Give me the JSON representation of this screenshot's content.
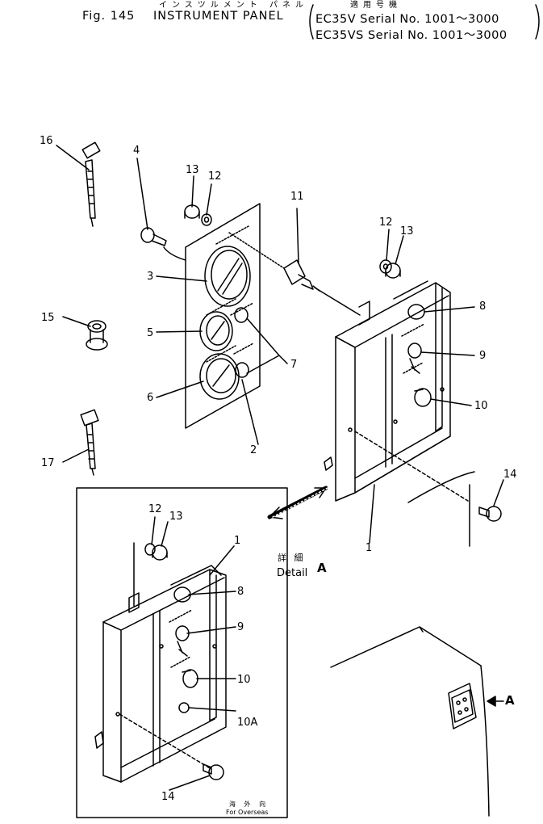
{
  "header": {
    "title_jp": "インスツルメント パネル",
    "applicable_jp": "適用号機",
    "fig_label": "Fig. 145",
    "title_en": "INSTRUMENT PANEL",
    "serial_line_1": "EC35V  Serial No. 1001～3000",
    "serial_line_2": "EC35VS Serial No. 1001～3000"
  },
  "callouts": {
    "c1": "1",
    "c2": "2",
    "c3": "3",
    "c4": "4",
    "c5": "5",
    "c6": "6",
    "c7": "7",
    "c8": "8",
    "c9": "9",
    "c10": "10",
    "c11": "11",
    "c12": "12",
    "c13": "13",
    "c14": "14",
    "c15": "15",
    "c16": "16",
    "c17": "17",
    "c10a": "10A"
  },
  "detail": {
    "label_jp": "詳 細",
    "label_en": "Detail",
    "letter": "A"
  },
  "view_marker": "A",
  "overseas": {
    "label_jp": "海 外 向",
    "label_en": "For Overseas"
  }
}
